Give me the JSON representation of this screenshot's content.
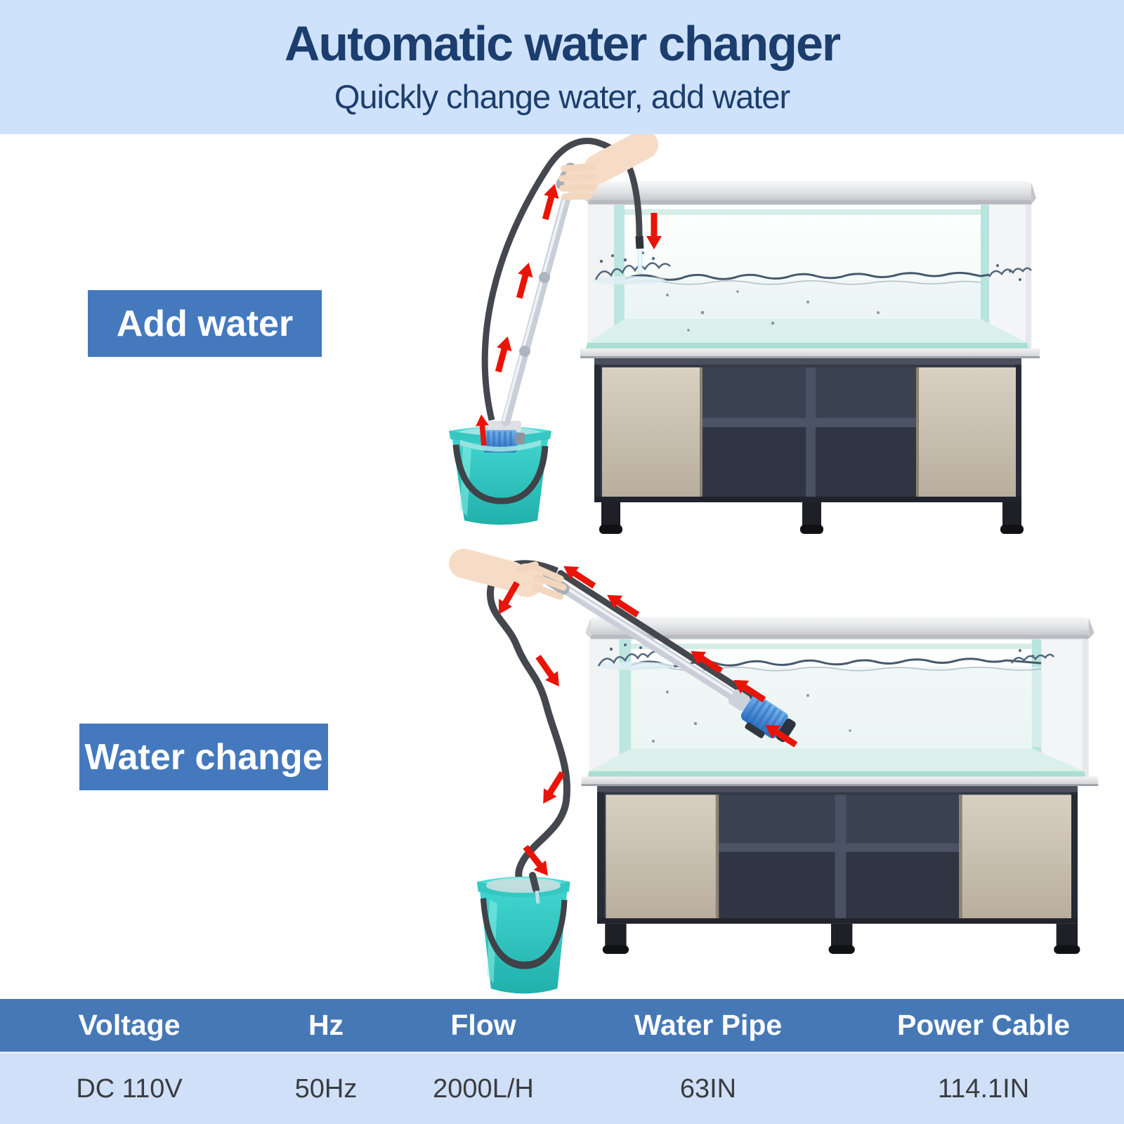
{
  "header": {
    "title": "Automatic water changer",
    "subtitle": "Quickly change water, add water"
  },
  "scenes": [
    {
      "label": "Add water"
    },
    {
      "label": "Water change"
    }
  ],
  "spec_table": {
    "columns": [
      "Voltage",
      "Hz",
      "Flow",
      "Water Pipe",
      "Power Cable"
    ],
    "values": [
      "DC 110V",
      "50Hz",
      "2000L/H",
      "63IN",
      "114.1IN"
    ]
  },
  "colors": {
    "band": "#cfe2fb",
    "navy": "#1c3e6e",
    "label_blue": "#4579be",
    "table_header": "#4678b6",
    "table_row": "#cfe0f8",
    "arrow_red": "#e91408",
    "bucket_teal": "#3ed2cc",
    "pump_blue": "#3f8fdd",
    "hose_gray": "#45474e",
    "tube_silver": "#c9ced8"
  }
}
